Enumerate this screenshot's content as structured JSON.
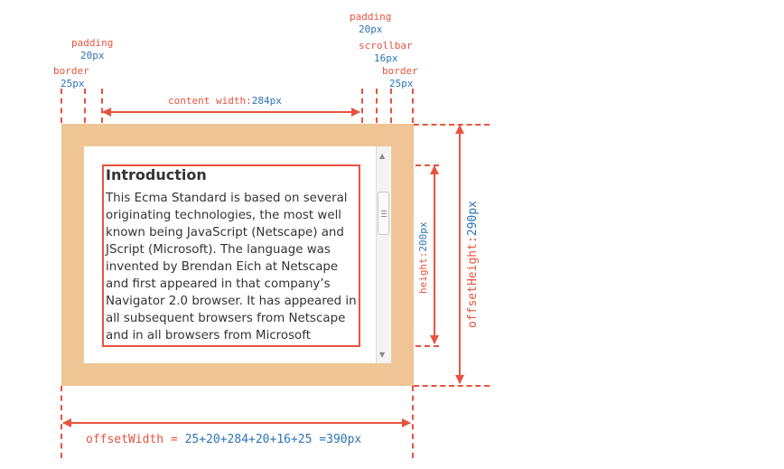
{
  "labels": {
    "border_left": "border",
    "border_left_value": "25px",
    "padding_left": "padding",
    "padding_left_value": "20px",
    "padding_right": "padding",
    "padding_right_value": "20px",
    "scrollbar": "scrollbar",
    "scrollbar_value": "16px",
    "border_right": "border",
    "border_right_value": "25px",
    "content_width": "content width:",
    "content_width_value": "284px",
    "height": "height:",
    "height_value": "200px",
    "offset_height": "offsetHeight:",
    "offset_height_value": "290px",
    "offset_width": "offsetWidth = ",
    "offset_width_sum": "25+20+284+20+16+25 =",
    "offset_width_value": "390px"
  },
  "content": {
    "title": "Introduction",
    "text": "This Ecma Standard is based on several originating technologies, the most well known being JavaScript (Netscape) and JScript (Microsoft). The language was invented by Brendan Eich at Netscape and first appeared in that company’s Navigator 2.0 browser. It has appeared in all subsequent browsers from Netscape and in all browsers from Microsoft starting with"
  },
  "colors": {
    "border_fill": "#efc595",
    "annotation": "#e8533f",
    "value": "#2a74b4"
  },
  "icons": {
    "scroll_up": "triangle-up-icon",
    "scroll_down": "triangle-down-icon",
    "scroll_thumb": "grip-lines-icon"
  }
}
